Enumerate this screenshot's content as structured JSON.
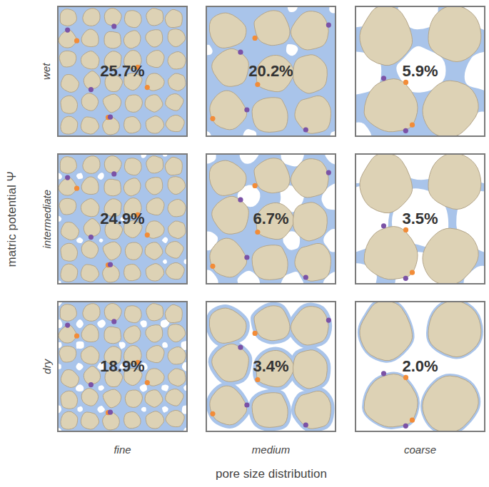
{
  "diagram": {
    "nodes": [
      {
        "text": [
          "25.7%"
        ]
      },
      {
        "text": [
          "20.2%"
        ]
      },
      {
        "text": [
          "5.9%"
        ]
      },
      {
        "text": [
          "24.9%"
        ]
      },
      {
        "text": [
          "6.7%"
        ]
      },
      {
        "text": [
          "3.5%"
        ]
      },
      {
        "text": [
          "18.9%"
        ]
      },
      {
        "text": [
          "3.4%"
        ]
      },
      {
        "text": [
          "2.0%"
        ]
      }
    ],
    "labels": [
      "matric potential Ψ",
      "wet",
      "intermediate",
      "dry",
      "fine",
      "medium",
      "coarse",
      "pore size distribution"
    ]
  }
}
